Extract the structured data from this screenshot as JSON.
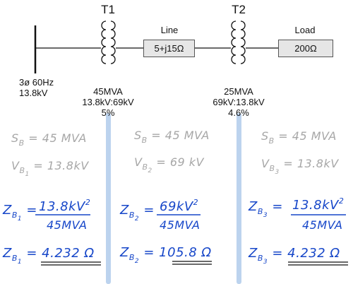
{
  "diagram": {
    "bus": {
      "phase_label": "3ø 60Hz",
      "voltage": "13.8kV"
    },
    "t1": {
      "name": "T1",
      "rating": "45MVA",
      "voltage_ratio": "13.8kV:69kV",
      "impedance": "5%"
    },
    "line": {
      "title": "Line",
      "impedance": "5+j15Ω"
    },
    "t2": {
      "name": "T2",
      "rating": "25MVA",
      "voltage_ratio": "69kV:13.8kV",
      "impedance": "4.6%"
    },
    "load": {
      "title": "Load",
      "impedance": "200Ω"
    }
  },
  "colors": {
    "separator": "#bcd3ee",
    "ink_blue": "#1747c9",
    "ink_gray": "#a7a7a7",
    "box_fill": "#e6e6e6"
  },
  "notes": {
    "zone1": {
      "sb_sym": "S",
      "sb_sub": "B",
      "sb_val": "= 45 MVA",
      "vb_sym": "V",
      "vb_sub": "B",
      "vb_sub2": "1",
      "vb_val": "= 13.8kV",
      "zb_sym": "Z",
      "zb_sub": "B",
      "zb_sub2": "1",
      "zb_eq": "=",
      "zb_num": "13.8kV",
      "zb_exp": "2",
      "zb_den": "45MVA",
      "zb_result": "= 4.232 Ω"
    },
    "zone2": {
      "sb_sym": "S",
      "sb_sub": "B",
      "sb_val": "= 45 MVA",
      "vb_sym": "V",
      "vb_sub": "B",
      "vb_sub2": "2",
      "vb_val": "= 69 kV",
      "zb_sym": "Z",
      "zb_sub": "B",
      "zb_sub2": "2",
      "zb_eq": "=",
      "zb_num": "69kV",
      "zb_exp": "2",
      "zb_den": "45MVA",
      "zb_result": "= 105.8 Ω"
    },
    "zone3": {
      "sb_sym": "S",
      "sb_sub": "B",
      "sb_val": "= 45 MVA",
      "vb_sym": "V",
      "vb_sub": "B",
      "vb_sub2": "3",
      "vb_val": "= 13.8kV",
      "zb_sym": "Z",
      "zb_sub": "B",
      "zb_sub2": "3",
      "zb_eq": "=",
      "zb_num": "13.8kV",
      "zb_exp": "2",
      "zb_den": "45MVA",
      "zb_result": "= 4.232 Ω"
    }
  }
}
